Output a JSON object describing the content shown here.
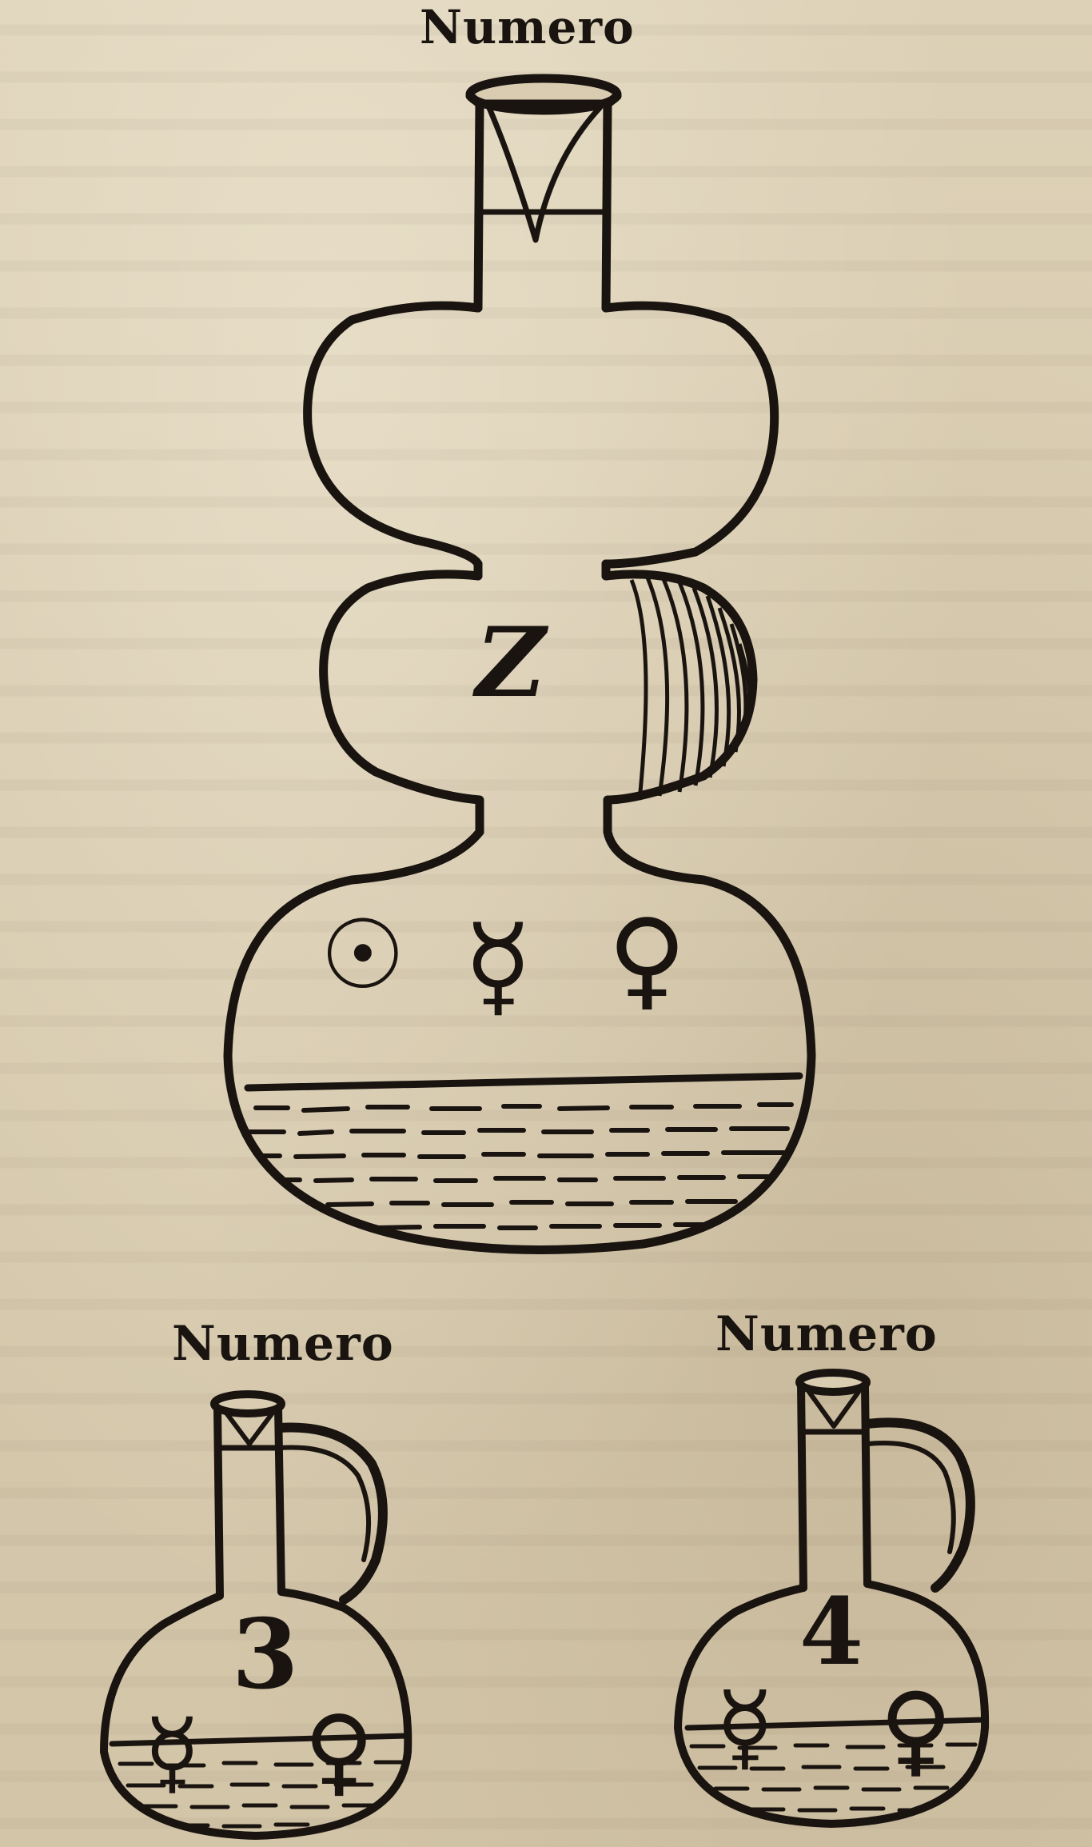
{
  "top_flask": {
    "label": "Numero",
    "number": "Z",
    "symbols": [
      "☉",
      "☿",
      "♀"
    ]
  },
  "bottom_left_flask": {
    "label": "Numero",
    "number": "3",
    "symbols": [
      "☿",
      "♀"
    ]
  },
  "bottom_right_flask": {
    "label": "Numero",
    "number": "4",
    "symbols": [
      "☿",
      "♀"
    ]
  },
  "colors": {
    "paper": "#d9ccb1",
    "ink": "#1a1410"
  }
}
